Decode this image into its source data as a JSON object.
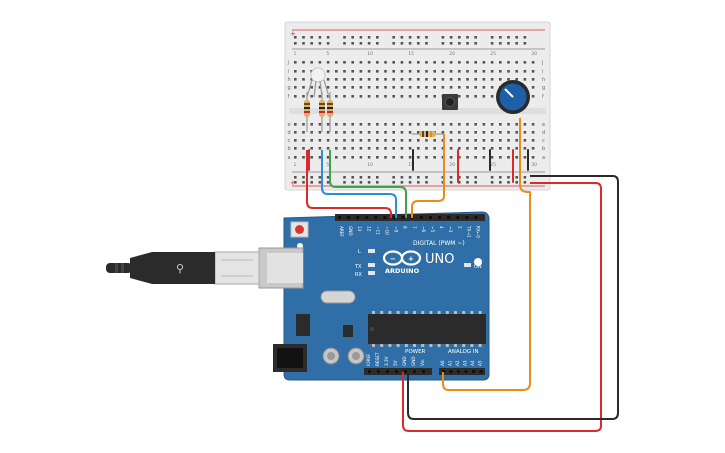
{
  "board": {
    "brand": "ARDUINO",
    "model": "UNO",
    "digital_label": "DIGITAL (PWM ~)",
    "power_label": "POWER",
    "analog_label": "ANALOG IN",
    "on_label": "ON",
    "led_l": "L",
    "led_tx": "TX",
    "led_rx": "RX",
    "digital_pins": [
      "AREF",
      "GND",
      "13",
      "12",
      "~11",
      "~10",
      "~9",
      "8",
      "7",
      "~6",
      "~5",
      "4",
      "~3",
      "2",
      "TX→1",
      "RX←0"
    ],
    "power_pins": [
      "IOREF",
      "RESET",
      "3.3V",
      "5V",
      "GND",
      "GND",
      "Vin"
    ],
    "analog_pins": [
      "A0",
      "A1",
      "A2",
      "A3",
      "A4",
      "A5"
    ]
  },
  "breadboard": {
    "row_letters_top": [
      "j",
      "i",
      "h",
      "g",
      "f"
    ],
    "row_letters_bottom": [
      "e",
      "d",
      "c",
      "b",
      "a"
    ],
    "column_numbers": [
      "1",
      "5",
      "10",
      "15",
      "20",
      "25",
      "30"
    ]
  },
  "colors": {
    "board": "#2f6ea6",
    "breadboard": "#ececec",
    "wire_red": "#d92b2b",
    "wire_black": "#2a2a2a",
    "wire_orange": "#e98d1a",
    "wire_green": "#3ea34a",
    "wire_blue": "#2a8fd6",
    "pot_knob": "#1f5fa8"
  },
  "icons": [
    "usb-plug-icon",
    "arduino-infinity-logo-icon",
    "potentiometer-icon",
    "pushbutton-icon",
    "rgb-led-icon",
    "resistor-icon",
    "reset-button-icon",
    "atmega-chip-icon"
  ]
}
